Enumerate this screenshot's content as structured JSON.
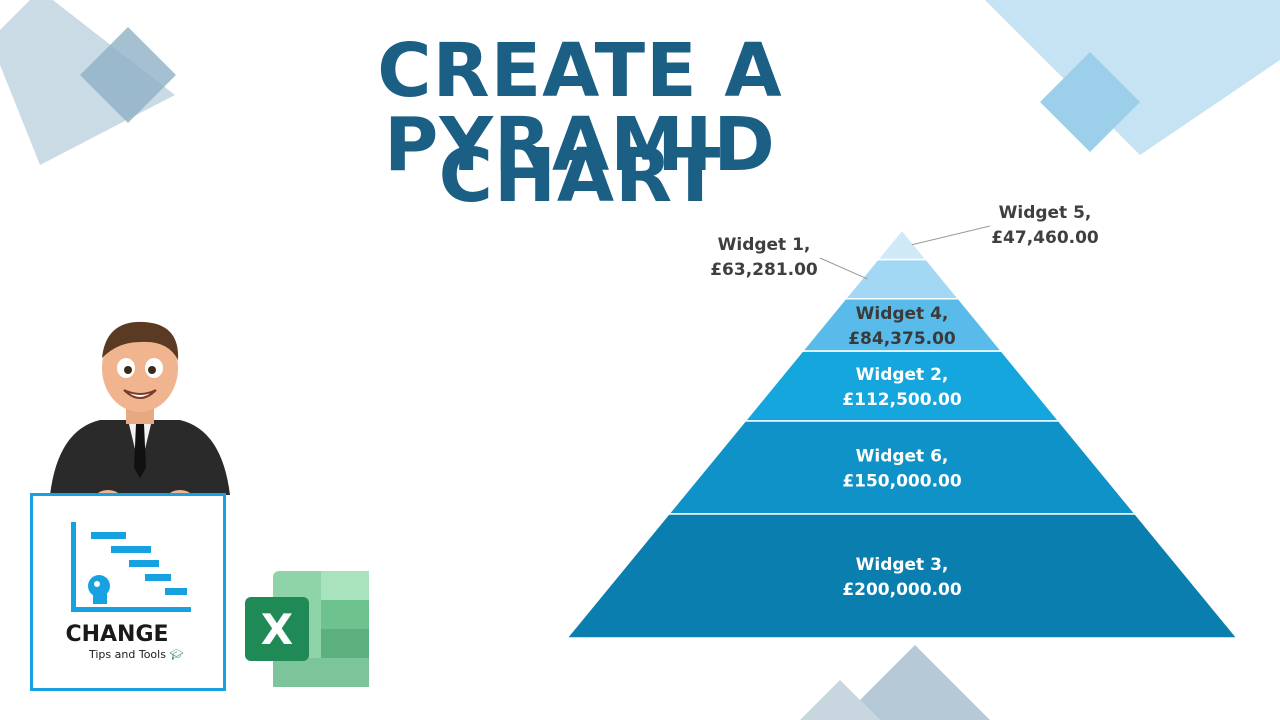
{
  "title": {
    "line1": "CREATE A PYRAMID",
    "line2": "CHART"
  },
  "logo": {
    "word": "CHANGE",
    "tagline": "Tips and Tools"
  },
  "icons": {
    "mascot": "businessman-mascot-icon",
    "excel": "excel-icon",
    "excel_letter": "X",
    "logo_graphic": "gantt-head-icon",
    "cap": "graduation-cap-icon"
  },
  "colors": {
    "title": "#1b5f85",
    "accent": "#16a2e0",
    "excel_green": "#1f8a55",
    "tiers": [
      "#0a7eae",
      "#0e92c7",
      "#14a6dd",
      "#58bbea",
      "#a3d8f4",
      "#cfe9f8"
    ]
  },
  "chart_data": {
    "type": "pyramid",
    "labels_inside": true,
    "tiers_bottom_to_top": [
      {
        "category": "Widget 3",
        "value": 200000.0,
        "label_line1": "Widget 3,",
        "label_line2": "£200,000.00"
      },
      {
        "category": "Widget 6",
        "value": 150000.0,
        "label_line1": "Widget 6,",
        "label_line2": "£150,000.00"
      },
      {
        "category": "Widget 2",
        "value": 112500.0,
        "label_line1": "Widget 2,",
        "label_line2": "£112,500.00"
      },
      {
        "category": "Widget 4",
        "value": 84375.0,
        "label_line1": "Widget 4,",
        "label_line2": "£84,375.00"
      },
      {
        "category": "Widget 1",
        "value": 63281.0,
        "label_line1": "Widget 1,",
        "label_line2": "£63,281.00",
        "callout": "left"
      },
      {
        "category": "Widget 5",
        "value": 47460.0,
        "label_line1": "Widget 5,",
        "label_line2": "£47,460.00",
        "callout": "right"
      }
    ]
  }
}
